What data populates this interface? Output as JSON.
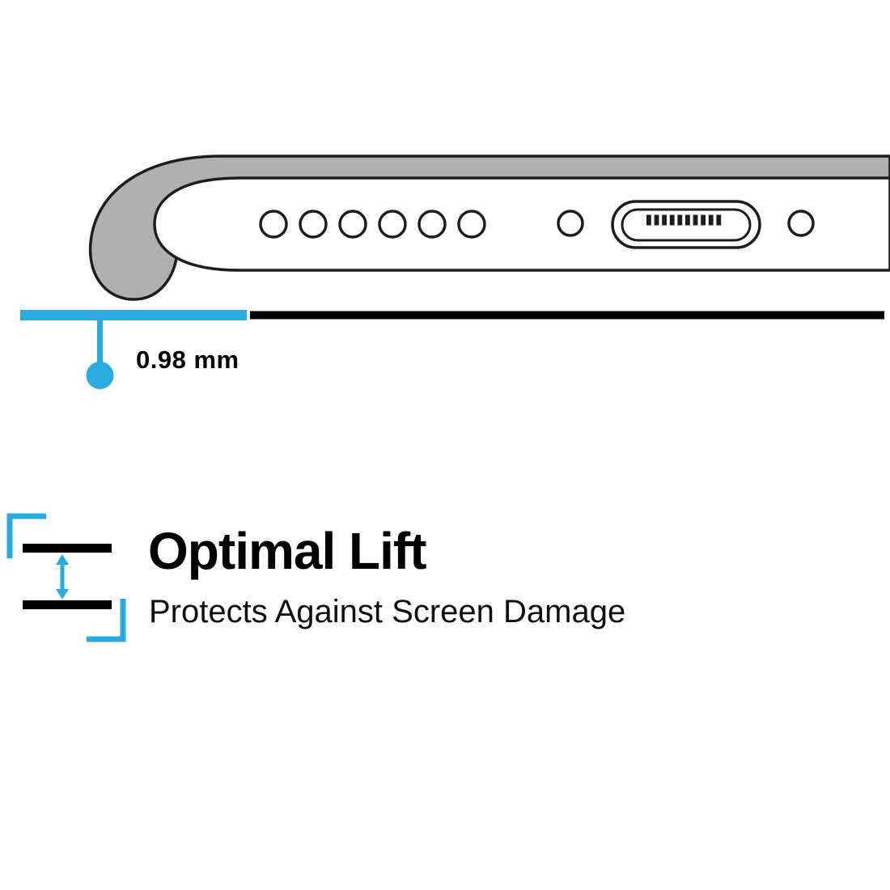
{
  "colors": {
    "accent": "#29ABE2",
    "ink": "#000000",
    "case_gray": "#B0B0B0",
    "background": "#FFFFFF"
  },
  "illustration": {
    "name": "phone-bottom-edge-in-protective-case",
    "measurement_label": "0.98 mm",
    "speaker_hole_count": 6,
    "elements": [
      "case-lip",
      "phone-body",
      "speaker-holes",
      "charging-port",
      "screw-holes",
      "surface-line",
      "lift-measurement"
    ]
  },
  "feature": {
    "title": "Optimal Lift",
    "subtitle": "Protects Against Screen Damage",
    "icon": "lift-spacing-icon"
  }
}
